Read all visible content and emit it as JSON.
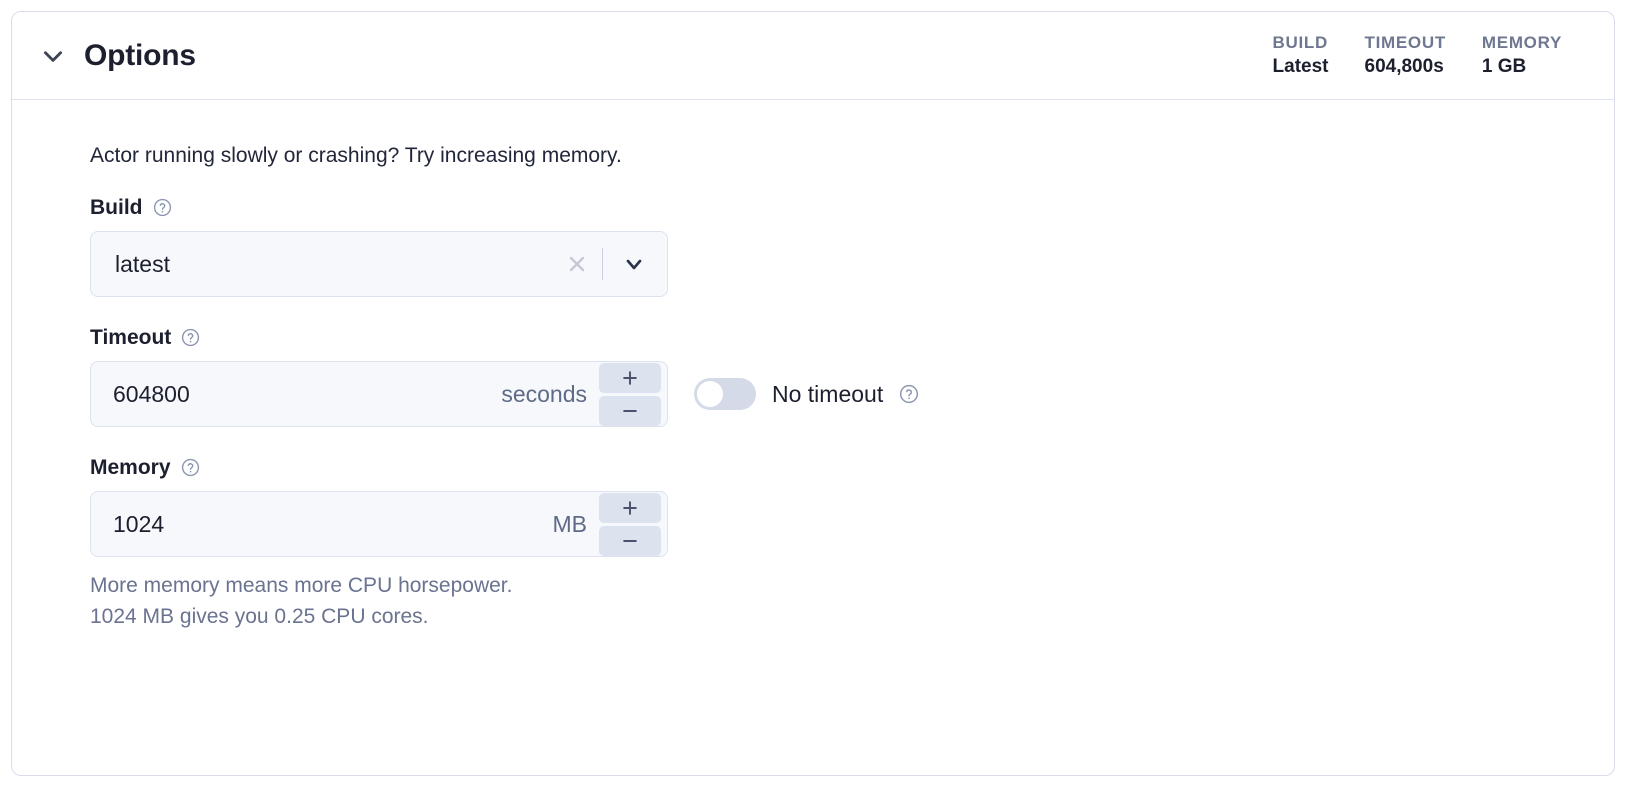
{
  "card": {
    "title": "Options",
    "collapse_icon": "chevron-down-icon",
    "stats": [
      {
        "label": "BUILD",
        "value": "Latest"
      },
      {
        "label": "TIMEOUT",
        "value": "604,800s"
      },
      {
        "label": "MEMORY",
        "value": "1 GB"
      }
    ]
  },
  "body": {
    "intro": "Actor running slowly or crashing? Try increasing memory.",
    "build": {
      "label": "Build",
      "help_icon": "help-circle-icon",
      "value": "latest",
      "clear_icon": "close-icon",
      "dropdown_icon": "chevron-down-icon"
    },
    "timeout": {
      "label": "Timeout",
      "help_icon": "help-circle-icon",
      "value": "604800",
      "unit": "seconds",
      "increment_label": "+",
      "decrement_label": "−",
      "no_timeout": {
        "label": "No timeout",
        "enabled": false,
        "help_icon": "help-circle-icon"
      }
    },
    "memory": {
      "label": "Memory",
      "help_icon": "help-circle-icon",
      "value": "1024",
      "unit": "MB",
      "increment_label": "+",
      "decrement_label": "−",
      "helper_line_1": "More memory means more CPU horsepower.",
      "helper_line_2": "1024 MB gives you 0.25 CPU cores."
    }
  },
  "colors": {
    "card_border": "#d9ddee",
    "input_bg": "#f6f8fc",
    "input_border": "#dde2f0",
    "stepper_bg": "#dde2ef",
    "text_primary": "#1c1f2e",
    "text_muted": "#6a7390",
    "stat_label": "#6e7891",
    "toggle_track": "#d5dae8"
  }
}
